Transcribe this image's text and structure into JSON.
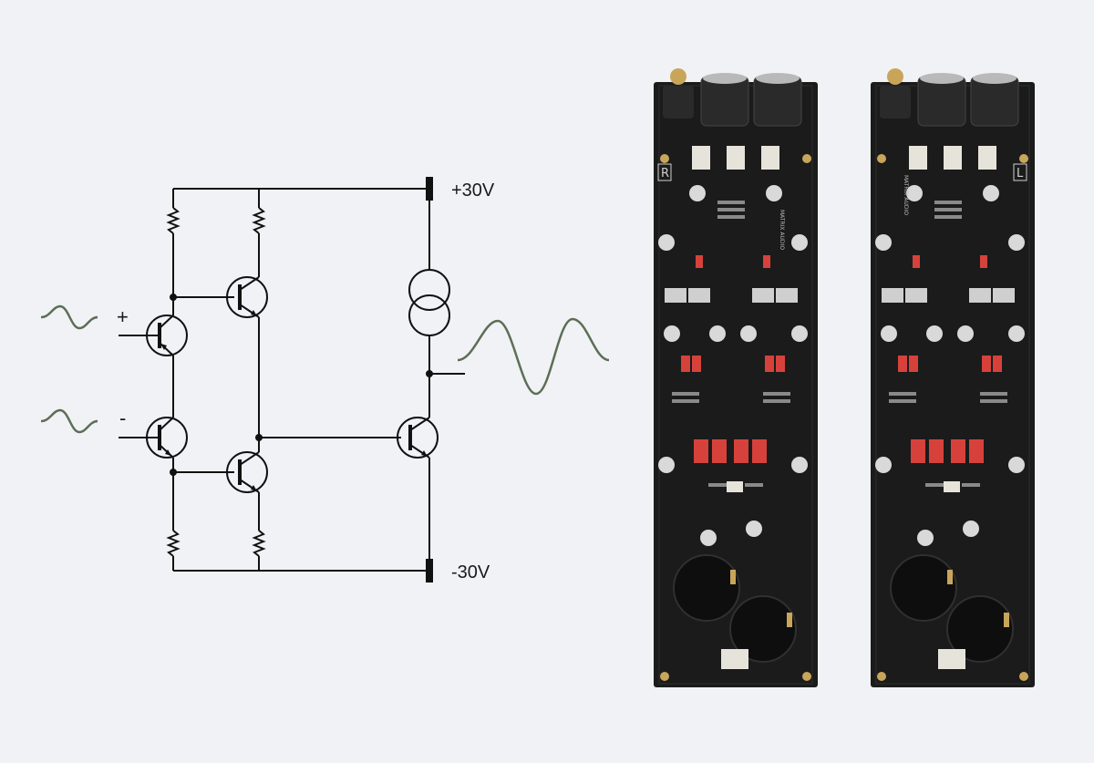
{
  "schematic": {
    "supply_positive": "+30V",
    "supply_negative": "-30V",
    "input_plus": "+",
    "input_minus": "-",
    "wire_color": "#111111",
    "signal_color": "#5d6e56"
  },
  "photo": {
    "board_right_silk": "R",
    "board_left_silk": "L",
    "brand_silk": "MATRIX AUDIO",
    "board_color": "#1b1b1b",
    "cap_color": "#d6423b"
  }
}
